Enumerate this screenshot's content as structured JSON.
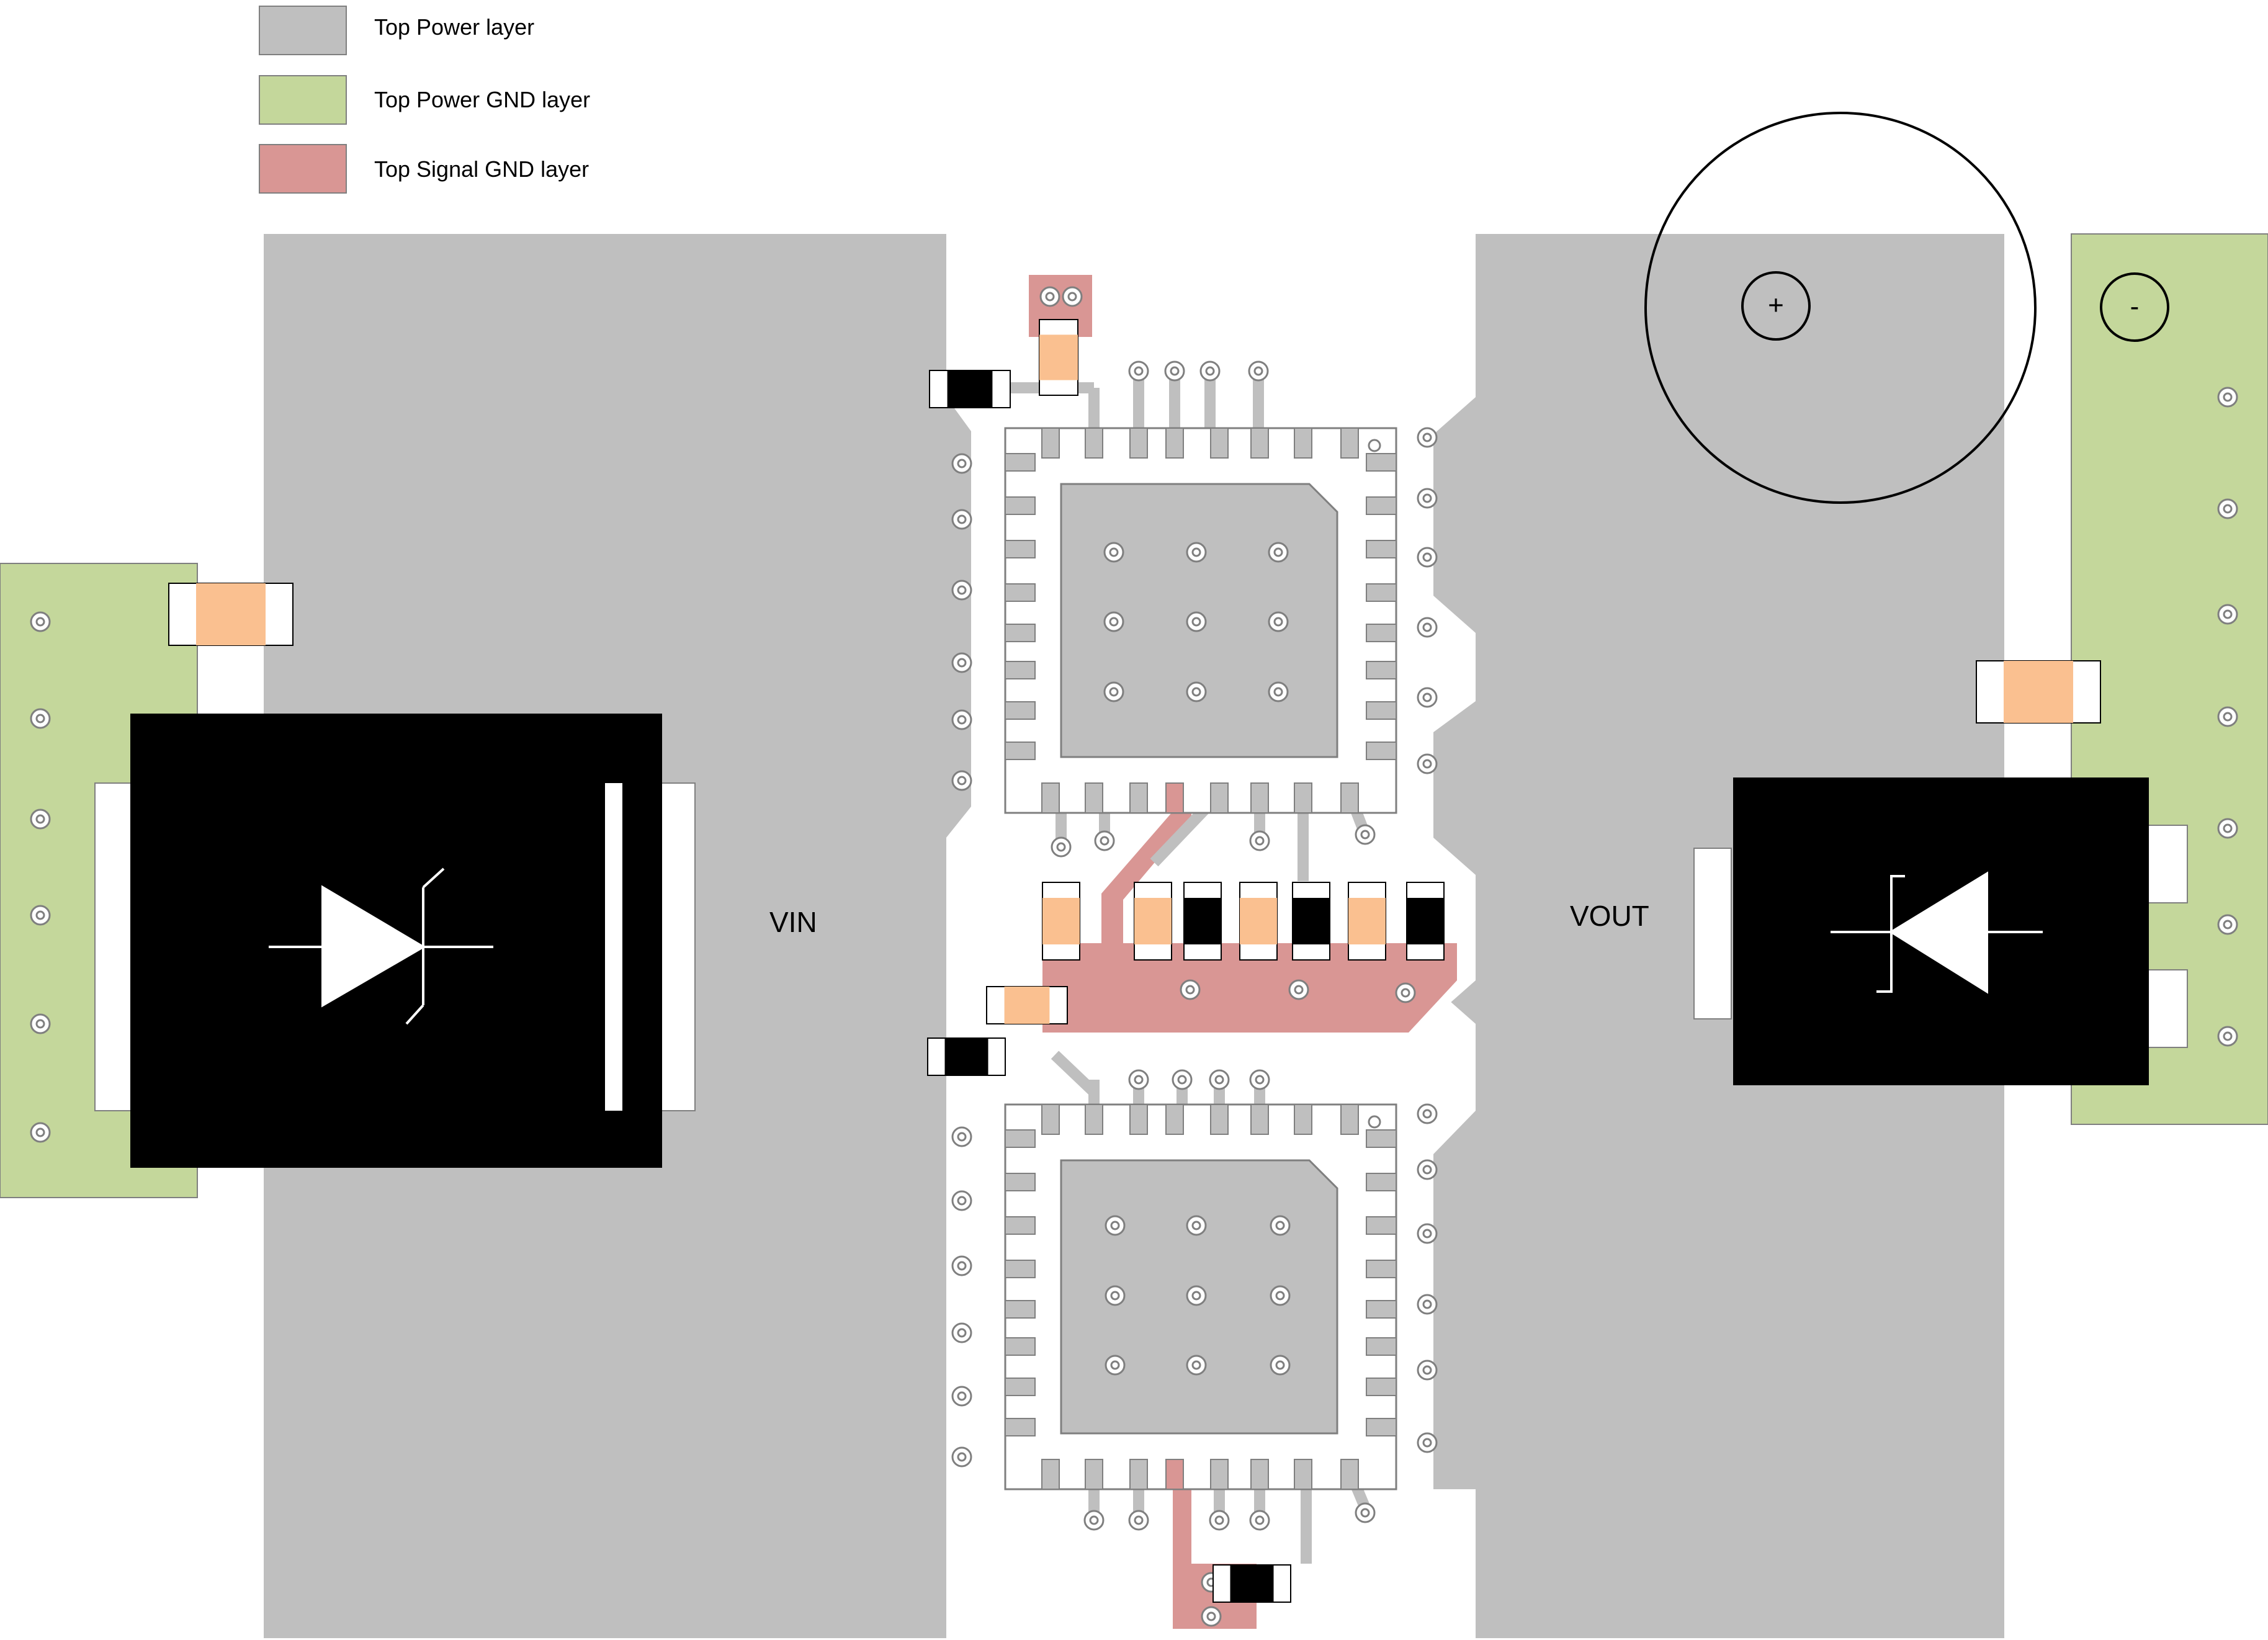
{
  "legend": {
    "items": [
      {
        "label": "Top Power layer",
        "color": "#bfbfbf"
      },
      {
        "label": "Top Power GND layer",
        "color": "#c4d79b"
      },
      {
        "label": "Top Signal GND layer",
        "color": "#d99694"
      }
    ]
  },
  "nets": {
    "vin_label": "VIN",
    "vout_label": "VOUT"
  },
  "capacitor": {
    "plus_label": "+",
    "minus_label": "-"
  },
  "colors": {
    "power": "#bfbfbf",
    "power_gnd": "#c4d79b",
    "signal_gnd": "#d99694",
    "passive_body": "#fac090",
    "component_black": "#000000",
    "outline": "#7f7f7f"
  },
  "icons": [
    "tvs-diode-icon",
    "schottky-diode-icon",
    "via-icon",
    "qfn-ic-icon"
  ]
}
